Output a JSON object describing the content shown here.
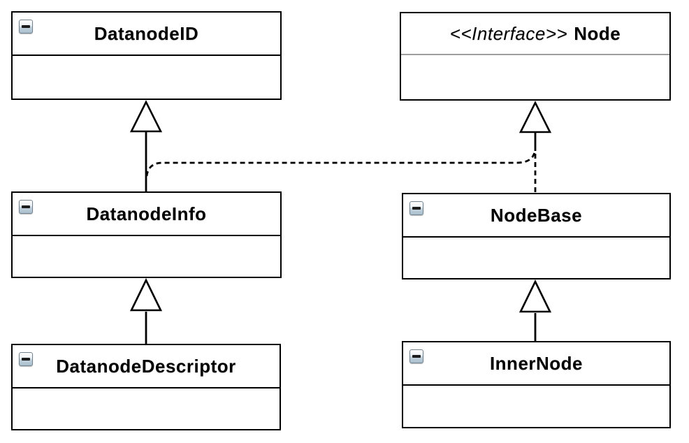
{
  "diagram": {
    "type": "uml-class-diagram",
    "classes": {
      "datanodeID": {
        "name": "DatanodeID",
        "stereotype": "",
        "has_collapse_button": true,
        "compartments": [
          "title",
          "empty-body"
        ]
      },
      "node": {
        "name": "Node",
        "stereotype": "<<Interface>>",
        "has_collapse_button": false,
        "compartments": [
          "title",
          "empty-body"
        ]
      },
      "datanodeInfo": {
        "name": "DatanodeInfo",
        "stereotype": "",
        "has_collapse_button": true,
        "compartments": [
          "title",
          "empty-body"
        ]
      },
      "nodeBase": {
        "name": "NodeBase",
        "stereotype": "",
        "has_collapse_button": true,
        "compartments": [
          "title",
          "empty-body"
        ]
      },
      "datanodeDescriptor": {
        "name": "DatanodeDescriptor",
        "stereotype": "",
        "has_collapse_button": true,
        "compartments": [
          "title",
          "empty-body"
        ]
      },
      "innerNode": {
        "name": "InnerNode",
        "stereotype": "",
        "has_collapse_button": true,
        "compartments": [
          "title",
          "empty-body"
        ]
      }
    },
    "relationships": [
      {
        "from": "DatanodeInfo",
        "to": "DatanodeID",
        "type": "generalization",
        "line": "solid",
        "arrowhead": "hollow-triangle"
      },
      {
        "from": "DatanodeInfo",
        "to": "Node",
        "type": "realization",
        "line": "dashed",
        "arrowhead": "hollow-triangle-shared"
      },
      {
        "from": "NodeBase",
        "to": "Node",
        "type": "realization",
        "line": "dashed",
        "arrowhead": "hollow-triangle"
      },
      {
        "from": "DatanodeDescriptor",
        "to": "DatanodeInfo",
        "type": "generalization",
        "line": "solid",
        "arrowhead": "hollow-triangle"
      },
      {
        "from": "InnerNode",
        "to": "NodeBase",
        "type": "generalization",
        "line": "solid",
        "arrowhead": "hollow-triangle"
      }
    ],
    "icons": {
      "collapse_minus": "minus-in-square-button"
    },
    "colors": {
      "background": "#ffffff",
      "box_fill": "#ffffff",
      "box_border": "#000000",
      "connector_line": "#000000",
      "interface_divider": "#9e9e9e",
      "collapse_button_border": "#72828e",
      "collapse_button_gradient_top": "#ffffff",
      "collapse_button_gradient_bottom": "#a9bfcd",
      "collapse_minus_glyph": "#1c1c1c"
    }
  }
}
